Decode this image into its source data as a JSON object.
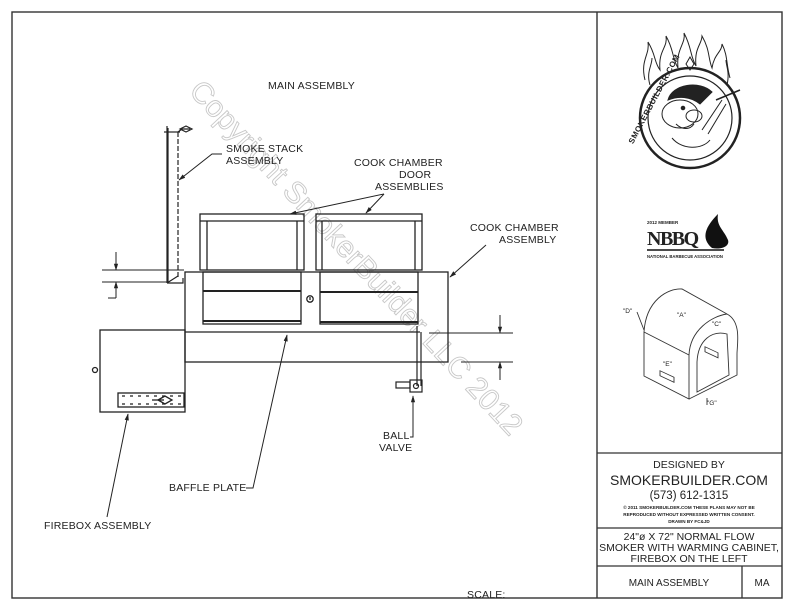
{
  "drawing": {
    "title": "MAIN ASSEMBLY",
    "labels": {
      "smoke_stack": [
        "SMOKE STACK",
        "ASSEMBLY"
      ],
      "door_assemblies": [
        "COOK CHAMBER",
        "DOOR",
        "ASSEMBLIES"
      ],
      "cook_chamber": [
        "COOK CHAMBER",
        "ASSEMBLY"
      ],
      "ball_valve": [
        "BALL",
        "VALVE"
      ],
      "baffle_plate": "BAFFLE PLATE",
      "firebox": "FIREBOX ASSEMBLY"
    },
    "scale_label": "SCALE:",
    "watermark": "Copyright SmokerBuilder LLC 2012"
  },
  "title_block": {
    "logo_text": "SMOKERBUILDER.COM",
    "nbbq": {
      "member": "2012 MEMBER",
      "mark": "NBBQ",
      "association": "NATIONAL BARBECUE ASSOCIATION"
    },
    "iso_labels": [
      "\"D\"",
      "\"A\"",
      "\"C\"",
      "\"E\"",
      "\"G\""
    ],
    "designed_by": "DESIGNED BY",
    "company": "SMOKERBUILDER.COM",
    "phone": "(573) 612-1315",
    "copyright": [
      "© 2011 SMOKERBUILDER.COM THESE PLANS MAY NOT BE",
      "REPRODUCED WITHOUT EXPRESSED WRITTEN CONSENT.",
      "DRAWN BY FC&JD"
    ],
    "description": [
      "24\"ø X 72\" NORMAL FLOW",
      "SMOKER WITH WARMING CABINET,",
      "FIREBOX ON THE LEFT"
    ],
    "sheet_name": "MAIN ASSEMBLY",
    "sheet_code": "MA"
  },
  "colors": {
    "line": "#222222",
    "watermark": "#c8c8c8",
    "paper": "#ffffff"
  }
}
